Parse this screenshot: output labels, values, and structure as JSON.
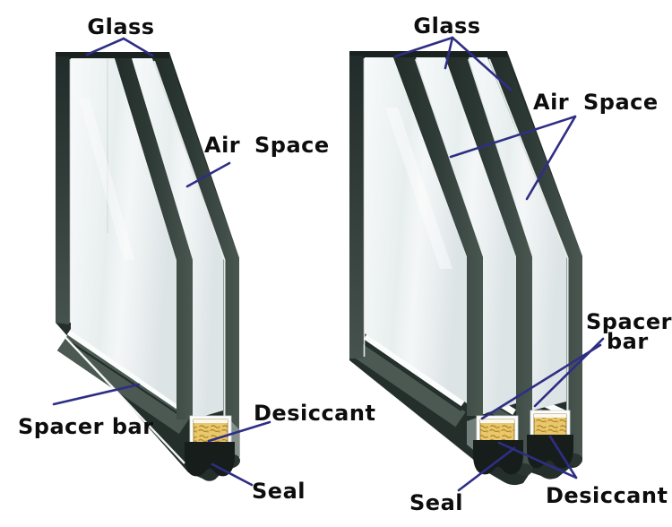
{
  "diagram": {
    "name": "insulated-glazing-cross-section-diagram",
    "background": "#ffffff",
    "colors": {
      "label_text": "#0d0d0d",
      "leader_line": "#2e2e85",
      "frame_dark": "#2b3633",
      "frame_light": "#4c5953",
      "glass_light": "#eef3f4",
      "desiccant_gold": "#e9c76a",
      "desiccant_detail": "#9c7a22",
      "seal_black": "#171d1b",
      "highlight_white": "#ffffff"
    },
    "left_unit": {
      "name": "double-glazed-unit",
      "labels": {
        "glass": "Glass",
        "air_space": "Air Space",
        "spacer_bar": "Spacer bar",
        "desiccant": "Desiccant",
        "seal": "Seal"
      }
    },
    "right_unit": {
      "name": "triple-glazed-unit",
      "labels": {
        "glass": "Glass",
        "air_space": "Air Space",
        "spacer_line1": "Spacer",
        "spacer_line2": "bar",
        "desiccant": "Desiccant",
        "seal": "Seal"
      }
    }
  }
}
